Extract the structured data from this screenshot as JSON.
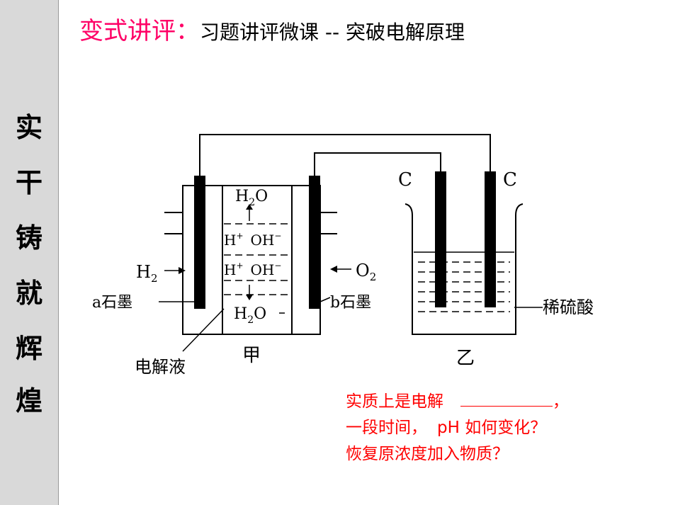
{
  "sidebar": {
    "chars": [
      "实",
      "干",
      "铸",
      "就",
      "辉",
      "煌"
    ]
  },
  "title": {
    "prefix": "变式讲评：",
    "rest": "习题讲评微课 -- 突破电解原理"
  },
  "diagram": {
    "h2o_top": "H",
    "h2o_top_sub": "2",
    "h2o_top_o": "O",
    "ion_h": "H",
    "ion_plus": "+",
    "ion_oh": "OH",
    "ion_minus": "−",
    "h2_label": "H",
    "h2_sub": "2",
    "o2_label": "O",
    "o2_sub": "2",
    "a_label": "a石墨",
    "b_label": "b石墨",
    "h2o_bottom": "H",
    "h2o_bottom_sub": "2",
    "h2o_bottom_o": "O",
    "electrolyte_label": "电解液",
    "cell_jia": "甲",
    "cell_yi": "乙",
    "electrode_c1": "C",
    "electrode_c2": "C",
    "acid_label": "稀硫酸"
  },
  "question": {
    "line1": "实质上是电解",
    "line1_end": "，",
    "line2_a": "一段时间，",
    "line2_b": "pH 如何变化？",
    "line3": "恢复原浓度加入物质？"
  },
  "colors": {
    "title_prefix": "#ff0066",
    "question_text": "#ff0000",
    "sidebar_bg": "#d9d9d9"
  }
}
